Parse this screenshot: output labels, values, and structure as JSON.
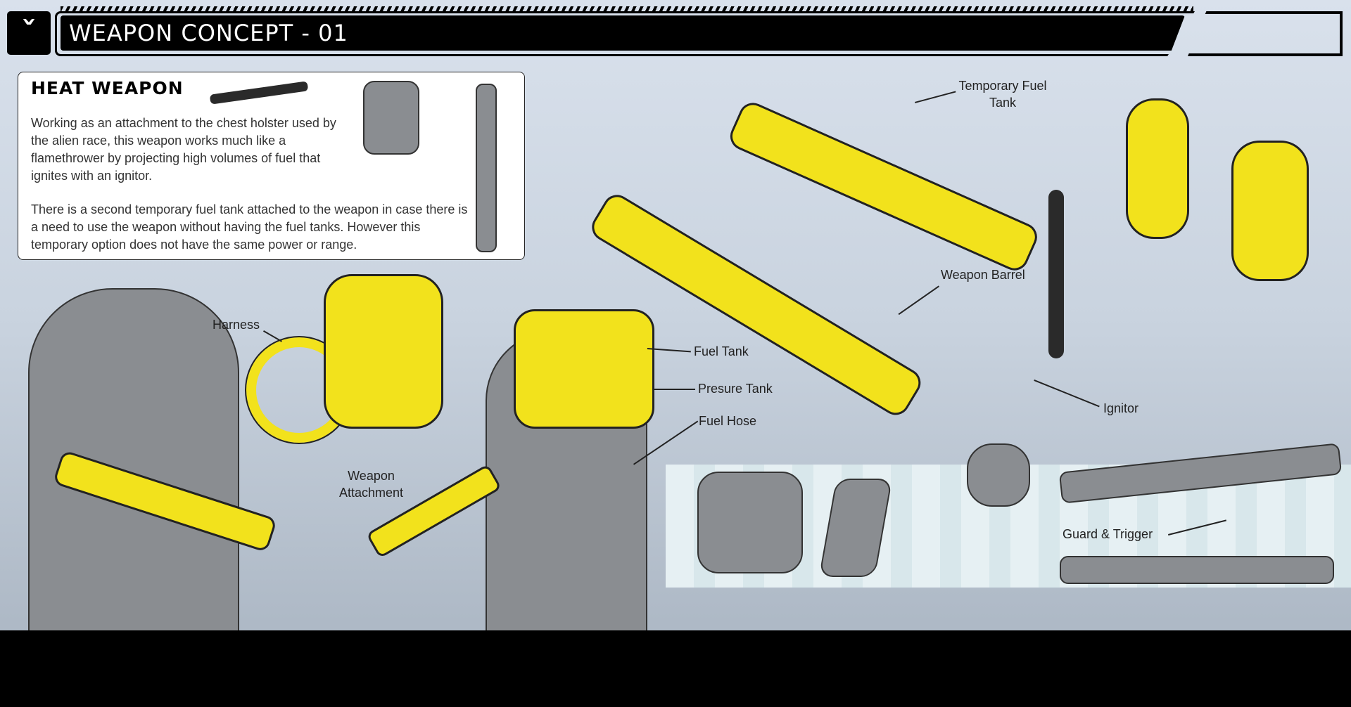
{
  "header": {
    "logo_icon": "studio-logo-icon",
    "title": "WEAPON CONCEPT - 01"
  },
  "info": {
    "heading": "HEAT WEAPON",
    "paragraph1": "Working as an attachment to the chest holster used by the alien race, this weapon works much like a flamethrower by projecting high volumes of fuel that ignites with an ignitor.",
    "paragraph2": "There is a second temporary fuel tank attached to the weapon in case there is a need to use the weapon without having the fuel tanks. However this temporary option does not have the same power or range."
  },
  "callouts": {
    "temporary_fuel_tank": "Temporary Fuel Tank",
    "weapon_barrel": "Weapon Barrel",
    "fuel_tank": "Fuel Tank",
    "pressure_tank": "Presure Tank",
    "fuel_hose": "Fuel Hose",
    "ignitor": "Ignitor",
    "harness": "Harness",
    "weapon_attachment": "Weapon Attachment",
    "guard_trigger": "Guard & Trigger"
  },
  "colors": {
    "accent": "#f2e21c",
    "frame": "#000000",
    "panel": "#ffffff"
  }
}
